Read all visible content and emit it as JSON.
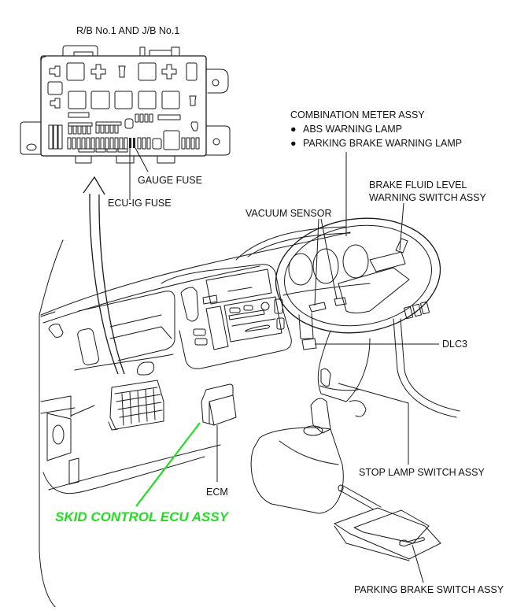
{
  "diagram": {
    "labels": {
      "relay_block": "R/B No.1 AND J/B No.1",
      "gauge_fuse": "GAUGE FUSE",
      "ecu_ig_fuse": "ECU-IG FUSE",
      "combination_meter": "COMBINATION METER ASSY",
      "abs_warning_lamp": "ABS WARNING LAMP",
      "parking_brake_warning_lamp": "PARKING BRAKE WARNING LAMP",
      "brake_fluid_line1": "BRAKE FLUID LEVEL",
      "brake_fluid_line2": "WARNING SWITCH ASSY",
      "vacuum_sensor": "VACUUM SENSOR",
      "dlc3": "DLC3",
      "stop_lamp_switch": "STOP LAMP SWITCH ASSY",
      "ecm": "ECM",
      "skid_control_ecu": "SKID CONTROL ECU ASSY",
      "parking_brake_switch": "PARKING BRAKE SWITCH ASSY"
    },
    "bullet_glyph": "●",
    "colors": {
      "line": "#1a1a1a",
      "highlight": "#22dd22",
      "background": "#ffffff"
    }
  }
}
